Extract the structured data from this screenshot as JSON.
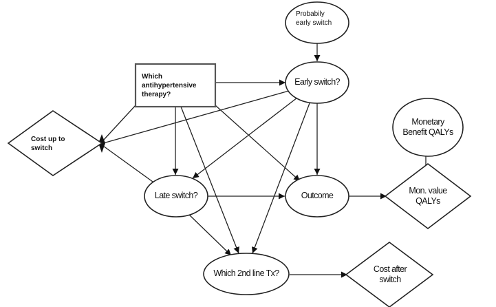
{
  "diagram": {
    "type": "influence-diagram",
    "nodes": [
      {
        "id": "probably_early_switch",
        "shape": "ellipse",
        "label": "Probabily early switch",
        "lines": [
          "Probabily",
          "early switch"
        ]
      },
      {
        "id": "early_switch",
        "shape": "ellipse",
        "label": "Early switch?",
        "lines": [
          "Early switch?"
        ]
      },
      {
        "id": "which_therapy",
        "shape": "rectangle",
        "label": "Which antihypertensive therapy?",
        "lines": [
          "Which",
          "antihypertensive",
          "therapy?"
        ]
      },
      {
        "id": "cost_up_to_switch",
        "shape": "diamond",
        "label": "Cost up to switch",
        "lines": [
          "Cost up to",
          "switch"
        ]
      },
      {
        "id": "late_switch",
        "shape": "ellipse",
        "label": "Late switch?",
        "lines": [
          "Late switch?"
        ]
      },
      {
        "id": "outcome",
        "shape": "ellipse",
        "label": "Outcome",
        "lines": [
          "Outcome"
        ]
      },
      {
        "id": "monetary_benefit_qalys",
        "shape": "ellipse",
        "label": "Monetary Benefit QALYs",
        "lines": [
          "Monetary",
          "Benefit QALYs"
        ]
      },
      {
        "id": "mon_value_qalys",
        "shape": "diamond",
        "label": "Mon. value QALYs",
        "lines": [
          "Mon. value",
          "QALYs"
        ]
      },
      {
        "id": "which_2nd_line_tx",
        "shape": "ellipse",
        "label": "Which 2nd line Tx?",
        "lines": [
          "Which 2nd line Tx?"
        ]
      },
      {
        "id": "cost_after_switch",
        "shape": "diamond",
        "label": "Cost after switch",
        "lines": [
          "Cost after",
          "switch"
        ]
      }
    ],
    "edges": [
      {
        "from": "probably_early_switch",
        "to": "early_switch"
      },
      {
        "from": "which_therapy",
        "to": "early_switch"
      },
      {
        "from": "which_therapy",
        "to": "cost_up_to_switch"
      },
      {
        "from": "early_switch",
        "to": "cost_up_to_switch"
      },
      {
        "from": "late_switch",
        "to": "cost_up_to_switch"
      },
      {
        "from": "which_therapy",
        "to": "late_switch"
      },
      {
        "from": "early_switch",
        "to": "late_switch"
      },
      {
        "from": "which_therapy",
        "to": "outcome"
      },
      {
        "from": "early_switch",
        "to": "outcome"
      },
      {
        "from": "late_switch",
        "to": "outcome"
      },
      {
        "from": "which_therapy",
        "to": "which_2nd_line_tx"
      },
      {
        "from": "early_switch",
        "to": "which_2nd_line_tx"
      },
      {
        "from": "late_switch",
        "to": "which_2nd_line_tx"
      },
      {
        "from": "outcome",
        "to": "mon_value_qalys"
      },
      {
        "from": "monetary_benefit_qalys",
        "to": "mon_value_qalys"
      },
      {
        "from": "which_2nd_line_tx",
        "to": "cost_after_switch"
      }
    ]
  }
}
